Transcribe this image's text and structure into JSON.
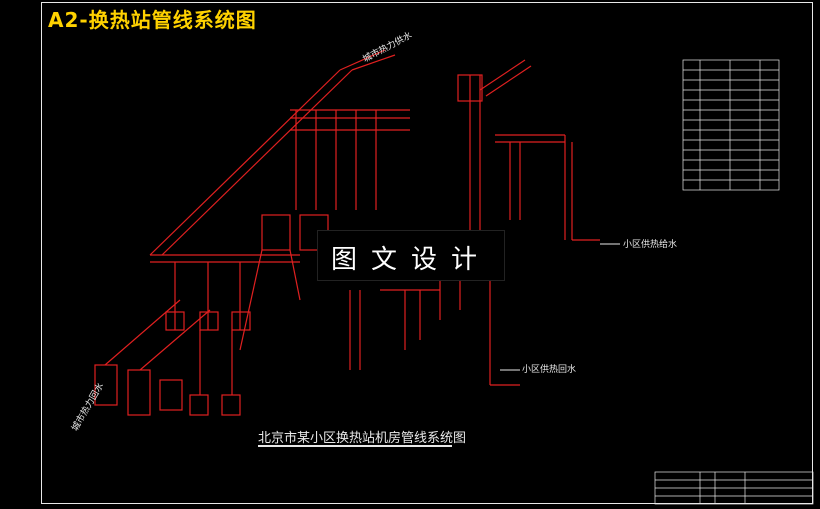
{
  "title": "A2-换热站管线系统图",
  "caption": "北京市某小区换热站机房管线系统图",
  "watermark": "图文设计",
  "labels": {
    "supply": "小区供热给水",
    "return": "小区供热回水",
    "inlet": "城市热力供水",
    "outlet": "城市热力回水"
  },
  "colors": {
    "pipe": "#e02020",
    "frame": "#e8e8e8",
    "title": "#ffd200",
    "background": "#000000"
  }
}
